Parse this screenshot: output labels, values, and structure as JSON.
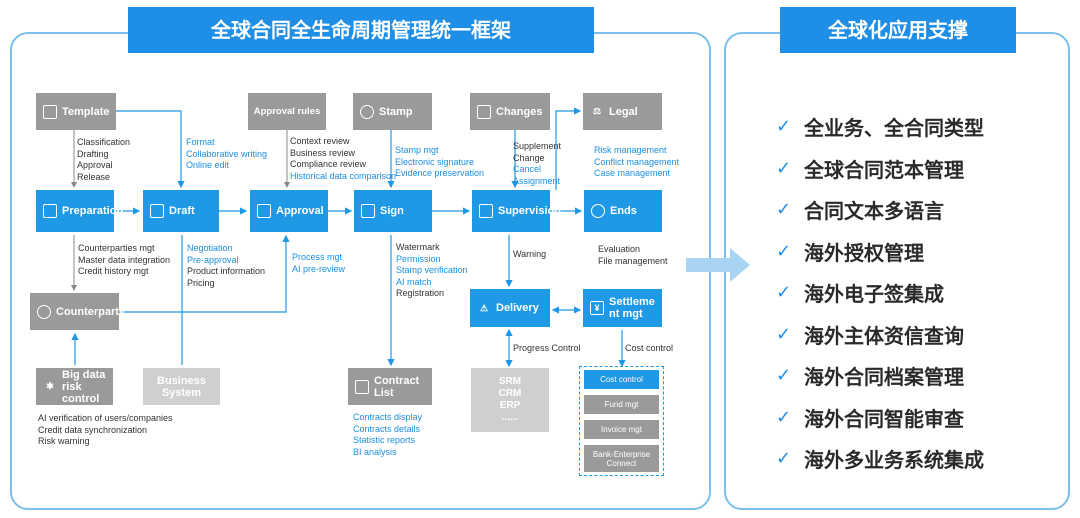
{
  "left_title": "全球合同全生命周期管理统一框架",
  "right_title": "全球化应用支撑",
  "check_mark": "✓",
  "right_items": [
    "全业务、全合同类型",
    "全球合同范本管理",
    "合同文本多语言",
    "海外授权管理",
    "海外电子签集成",
    "海外主体资信查询",
    "海外合同档案管理",
    "海外合同智能审查",
    "海外多业务系统集成"
  ],
  "nodes": {
    "template": "Template",
    "approval_rules": "Approval rules",
    "stamp": "Stamp",
    "changes": "Changes",
    "legal": "Legal",
    "preparation": "Preparation",
    "draft": "Draft",
    "approval": "Approval",
    "sign": "Sign",
    "supervision": "Supervision",
    "ends": "Ends",
    "counterparty": "Counterparty",
    "delivery": "Delivery",
    "settlement": "Settleme\nnt mgt",
    "big_data": "Big data\nrisk control",
    "business_system": "Business\nSystem",
    "contract_list": "Contract\nList",
    "srm": "SRM\nCRM\nERP\n......",
    "cost_control": "Cost control",
    "fund_mgt": "Fund mgt",
    "invoice_mgt": "Invoice mgt",
    "bank": "Bank-Enterprise\nConnect"
  },
  "lists": {
    "template": [
      "Classification",
      "Drafting",
      "Approval",
      "Release"
    ],
    "draft_top": [
      "Format",
      "Collaborative writing",
      "Online edit"
    ],
    "approval_rules": [
      "Context review",
      "Business review",
      "Compliance review"
    ],
    "approval_rules_blue": [
      "Historical data comparison"
    ],
    "stamp": [
      "Stamp mgt",
      "Electronic signature",
      "Evidence preservation"
    ],
    "changes_black": [
      "Supplement",
      "Change"
    ],
    "changes_blue": [
      "Cancel",
      "Assignment"
    ],
    "legal": [
      "Risk management",
      "Conflict management",
      "Case management"
    ],
    "preparation_below": [
      "Counterparties mgt",
      "Master data integration",
      "Credit history mgt"
    ],
    "draft_below_blue": [
      "Negotiation",
      "Pre-approval"
    ],
    "draft_below_black": [
      "Product information",
      "Pricing"
    ],
    "approval_below": [
      "Process mgt",
      "AI pre-review"
    ],
    "sign_below_black": [
      "Watermark"
    ],
    "sign_below_blue": [
      "Permission",
      "Stamp verification",
      "AI match"
    ],
    "sign_below_black2": [
      "Registration"
    ],
    "warning": [
      "Warning"
    ],
    "ends_below": [
      "Evaluation",
      "File management"
    ],
    "progress": [
      "Progress Control"
    ],
    "cost_control_label": [
      "Cost control"
    ],
    "big_data_below": [
      "AI verification of users/companies",
      "Credit data synchronization",
      "Risk warning"
    ],
    "contract_list_below": [
      "Contracts display",
      "Contracts details",
      "Statistic reports",
      "BI analysis"
    ]
  },
  "colors": {
    "accent": "#1f98e6",
    "banner": "#1f8ee6",
    "grey": "#9a9a9a",
    "light_grey": "#cfcfcf",
    "panel_border": "#7cbfea"
  }
}
